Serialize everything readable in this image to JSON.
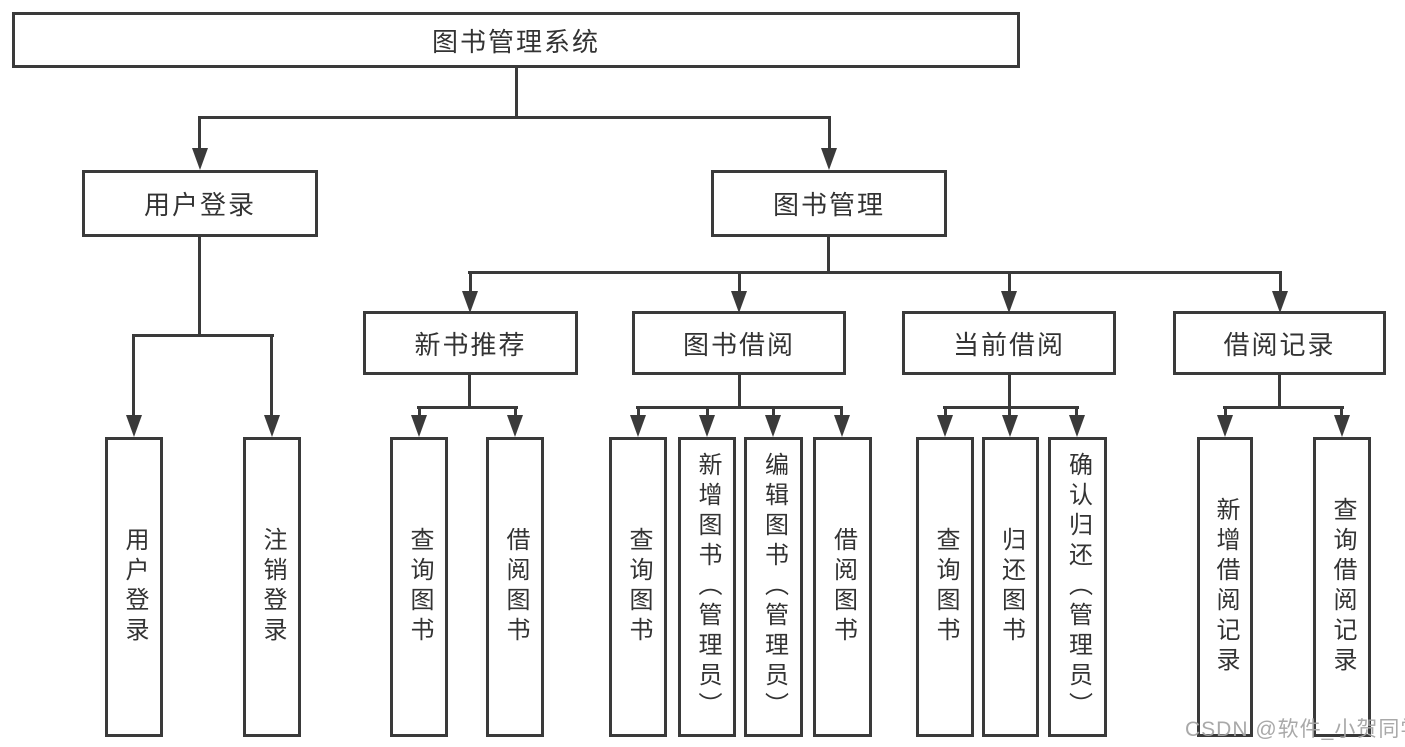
{
  "colors": {
    "line": "#3a3a3a",
    "node_border": "#3a3a3a",
    "node_text": "#333333",
    "background": "#ffffff",
    "watermark_text": "#a4a4a4"
  },
  "watermark": {
    "text": "CSDN @软件_小贺同学"
  },
  "tree": {
    "root": {
      "label": "图书管理系统"
    },
    "branches": [
      {
        "label": "用户登录",
        "children": [
          {
            "label": "用户登录"
          },
          {
            "label": "注销登录"
          }
        ]
      },
      {
        "label": "图书管理",
        "children": [
          {
            "label": "新书推荐",
            "children": [
              {
                "label": "查询图书"
              },
              {
                "label": "借阅图书"
              }
            ]
          },
          {
            "label": "图书借阅",
            "children": [
              {
                "label": "查询图书"
              },
              {
                "label": "新增图书（管理员）"
              },
              {
                "label": "编辑图书（管理员）"
              },
              {
                "label": "借阅图书"
              }
            ]
          },
          {
            "label": "当前借阅",
            "children": [
              {
                "label": "查询图书"
              },
              {
                "label": "归还图书"
              },
              {
                "label": "确认归还（管理员）"
              }
            ]
          },
          {
            "label": "借阅记录",
            "children": [
              {
                "label": "新增借阅记录"
              },
              {
                "label": "查询借阅记录"
              }
            ]
          }
        ]
      }
    ]
  }
}
